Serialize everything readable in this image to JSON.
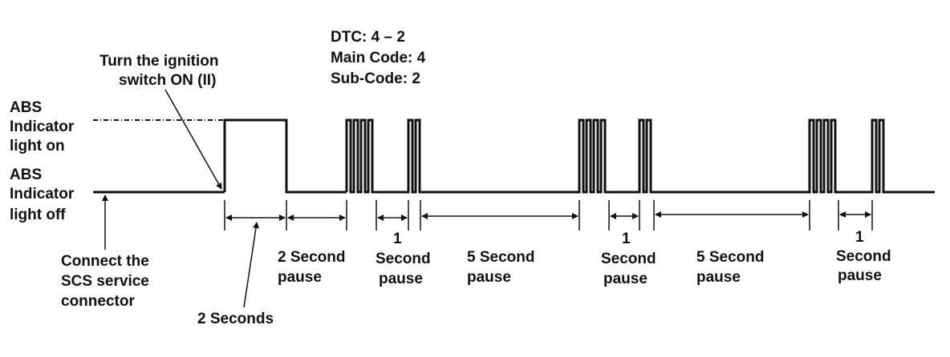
{
  "dtc": {
    "line1": "DTC: 4 – 2",
    "line2": "Main Code: 4",
    "line3": "Sub-Code:  2"
  },
  "ignition_note": {
    "line1": "Turn the ignition",
    "line2": "switch ON (II)"
  },
  "state_on": {
    "line1": "ABS",
    "line2": "Indicator",
    "line3": "light on"
  },
  "state_off": {
    "line1": "ABS",
    "line2": "Indicator",
    "line3": "light off"
  },
  "scs_note": {
    "line1": "Connect the",
    "line2": "SCS service",
    "line3": "connector"
  },
  "intervals": {
    "two_seconds": "2 Seconds",
    "pause2": {
      "line1": "2 Second",
      "line2": "pause"
    },
    "pause1a": {
      "line1": "1",
      "line2": "Second",
      "line3": "pause"
    },
    "pause5a": {
      "line1": "5 Second",
      "line2": "pause"
    },
    "pause1b": {
      "line1": "1",
      "line2": "Second",
      "line3": "pause"
    },
    "pause5b": {
      "line1": "5 Second",
      "line2": "pause"
    },
    "pause1c": {
      "line1": "1",
      "line2": "Second",
      "line3": "pause"
    }
  }
}
